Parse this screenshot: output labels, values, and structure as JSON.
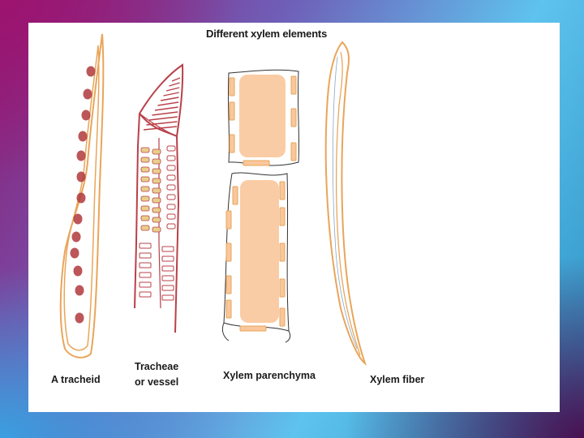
{
  "diagram": {
    "title": "Different xylem elements",
    "labels": {
      "tracheid": "A tracheid",
      "vessel_line1": "Tracheae",
      "vessel_line2": "or vessel",
      "parenchyma": "Xylem parenchyma",
      "fiber": "Xylem fiber"
    }
  },
  "colors": {
    "orange_outline": "#e9a55a",
    "pit_red": "#b0383c",
    "vessel_red": "#b84048",
    "pit_yellow": "#e8cf8a",
    "parenchyma_fill": "#f9c79b",
    "background_gradient": [
      "#9c1470",
      "#5ec3ee",
      "#3a9fe0",
      "#4a1050"
    ]
  }
}
